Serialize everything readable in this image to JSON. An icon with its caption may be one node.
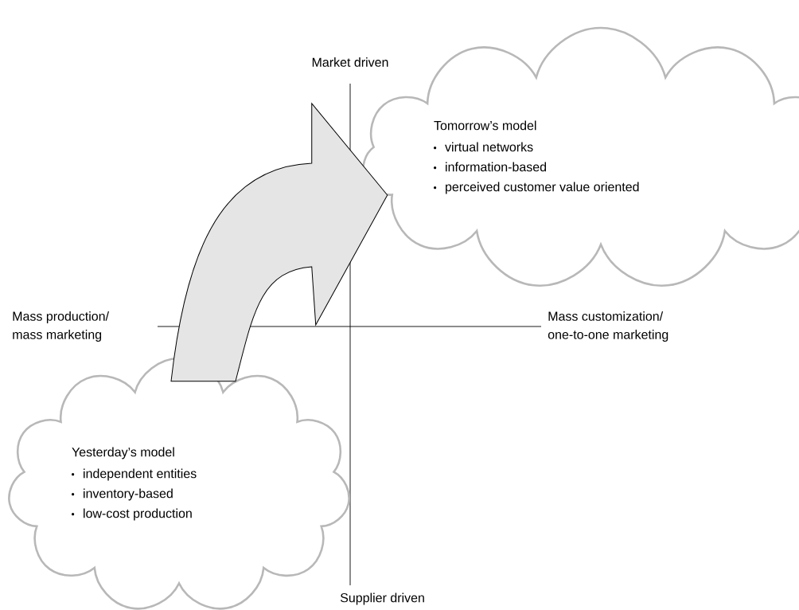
{
  "diagram": {
    "nodes": [
      {
        "text": [
          "Yesterday’s model",
          "independent entities",
          "inventory-based",
          "low-cost production"
        ]
      },
      {
        "text": [
          "Tomorrow’s model",
          "virtual networks",
          "information-based",
          "perceived customer value oriented"
        ]
      }
    ],
    "edges": [
      {
        "from": 0,
        "to": 1,
        "arrow": "to"
      }
    ],
    "labels": [
      "Market driven",
      "Mass production/ mass marketing",
      "Mass customization/ one-to-one marketing",
      "Supplier driven"
    ]
  }
}
